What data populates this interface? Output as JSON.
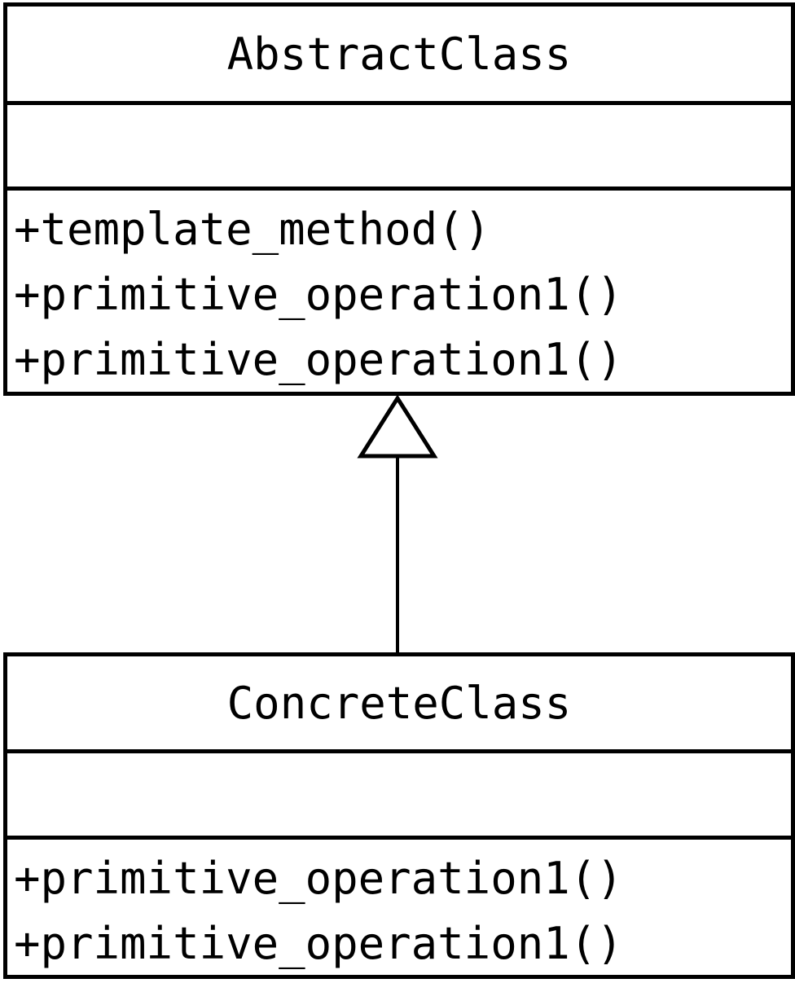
{
  "abstract_class": {
    "name": "AbstractClass",
    "operations": [
      "+template_method()",
      "+primitive_operation1()",
      "+primitive_operation1()"
    ]
  },
  "concrete_class": {
    "name": "ConcreteClass",
    "operations": [
      "+primitive_operation1()",
      "+primitive_operation1()"
    ]
  }
}
